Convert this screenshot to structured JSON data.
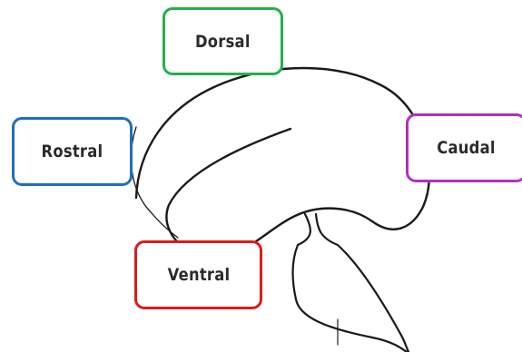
{
  "labels": {
    "dorsal": {
      "text": "Dorsal",
      "color": "#22b14c"
    },
    "rostral": {
      "text": "Rostral",
      "color": "#1f6fc0"
    },
    "caudal": {
      "text": "Caudal",
      "color": "#b02fc0"
    },
    "ventral": {
      "text": "Ventral",
      "color": "#e0191b"
    }
  },
  "outline_color": "#1a1a1a"
}
